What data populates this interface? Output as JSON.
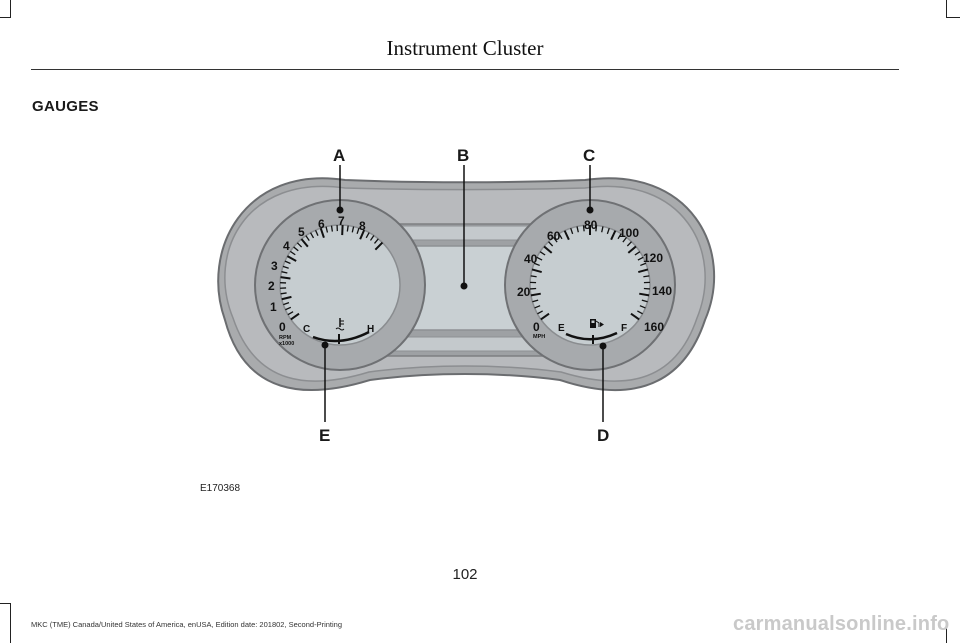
{
  "header": {
    "title": "Instrument Cluster"
  },
  "section": {
    "heading": "GAUGES"
  },
  "figure": {
    "callouts": {
      "a": "A",
      "b": "B",
      "c": "C",
      "d": "D",
      "e": "E"
    },
    "tachometer": {
      "numbers": [
        "0",
        "1",
        "2",
        "3",
        "4",
        "5",
        "6",
        "7",
        "8"
      ],
      "unit_line1": "RPM",
      "unit_line2": "x1000"
    },
    "temperature_gauge": {
      "cold_label": "C",
      "hot_label": "H",
      "icon": "coolant-temperature-icon"
    },
    "speedometer": {
      "numbers": [
        "0",
        "20",
        "40",
        "60",
        "80",
        "100",
        "120",
        "140",
        "160"
      ],
      "unit": "MPH"
    },
    "fuel_gauge": {
      "empty_label": "E",
      "full_label": "F",
      "icon": "fuel-pump-icon"
    },
    "code": "E170368"
  },
  "page_number": "102",
  "footer": {
    "text": "MKC (TME) Canada/United States of America, enUSA, Edition date: 201802, Second-Printing",
    "watermark": "carmanualsonline.info"
  }
}
